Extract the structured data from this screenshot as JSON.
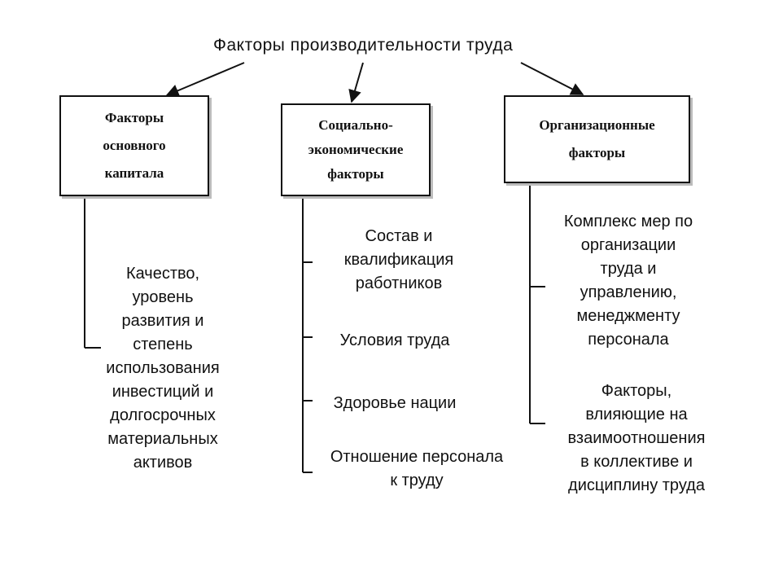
{
  "title": "Факторы производительности труда",
  "boxes": [
    {
      "label": "Факторы\nосновного\nкапитала"
    },
    {
      "label": "Социально-\nэкономические\nфакторы"
    },
    {
      "label": "Организационные\nфакторы"
    }
  ],
  "items": [
    {
      "text": "Качество,\nуровень\nразвития и\nстепень\nиспользования\nинвестиций и\nдолгосрочных\nматериальных\nактивов"
    },
    {
      "text": "Состав и\nквалификация\nработников"
    },
    {
      "text": "Условия труда"
    },
    {
      "text": "Здоровье нации"
    },
    {
      "text": "Отношение персонала\nк труду"
    },
    {
      "text": "Комплекс мер по\nорганизации\nтруда и\nуправлению,\nменеджменту\nперсонала"
    },
    {
      "text": "Факторы,\nвлияющие на\nвзаимоотношения\nв коллективе и\nдисциплину труда"
    }
  ]
}
